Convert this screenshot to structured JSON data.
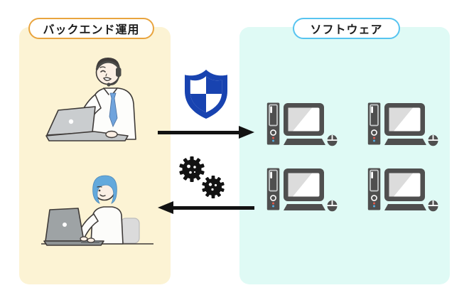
{
  "diagram": {
    "left_panel": {
      "label": "バックエンド運用",
      "bg_color": "#FCF3D4",
      "label_border_color": "#E9A43E",
      "illustrations": [
        "man-with-headset-at-laptop",
        "woman-at-laptop"
      ]
    },
    "right_panel": {
      "label": "ソフトウェア",
      "bg_color": "#DFFAF5",
      "label_border_color": "#57C4F0",
      "computer_count": 4
    },
    "flows": [
      {
        "direction": "left-to-right",
        "icon": "shield-check-icon"
      },
      {
        "direction": "right-to-left",
        "icon": "gears-icon"
      }
    ],
    "colors": {
      "panel-yellow": "#FCF3D4",
      "panel-cyan": "#DFFAF5",
      "pill-orange-border": "#E9A43E",
      "pill-blue-border": "#57C4F0",
      "shield-blue": "#1843B0",
      "icon-black": "#121212",
      "computer-gray": "#4F4F4F",
      "text-black": "#1C1C1C"
    }
  }
}
